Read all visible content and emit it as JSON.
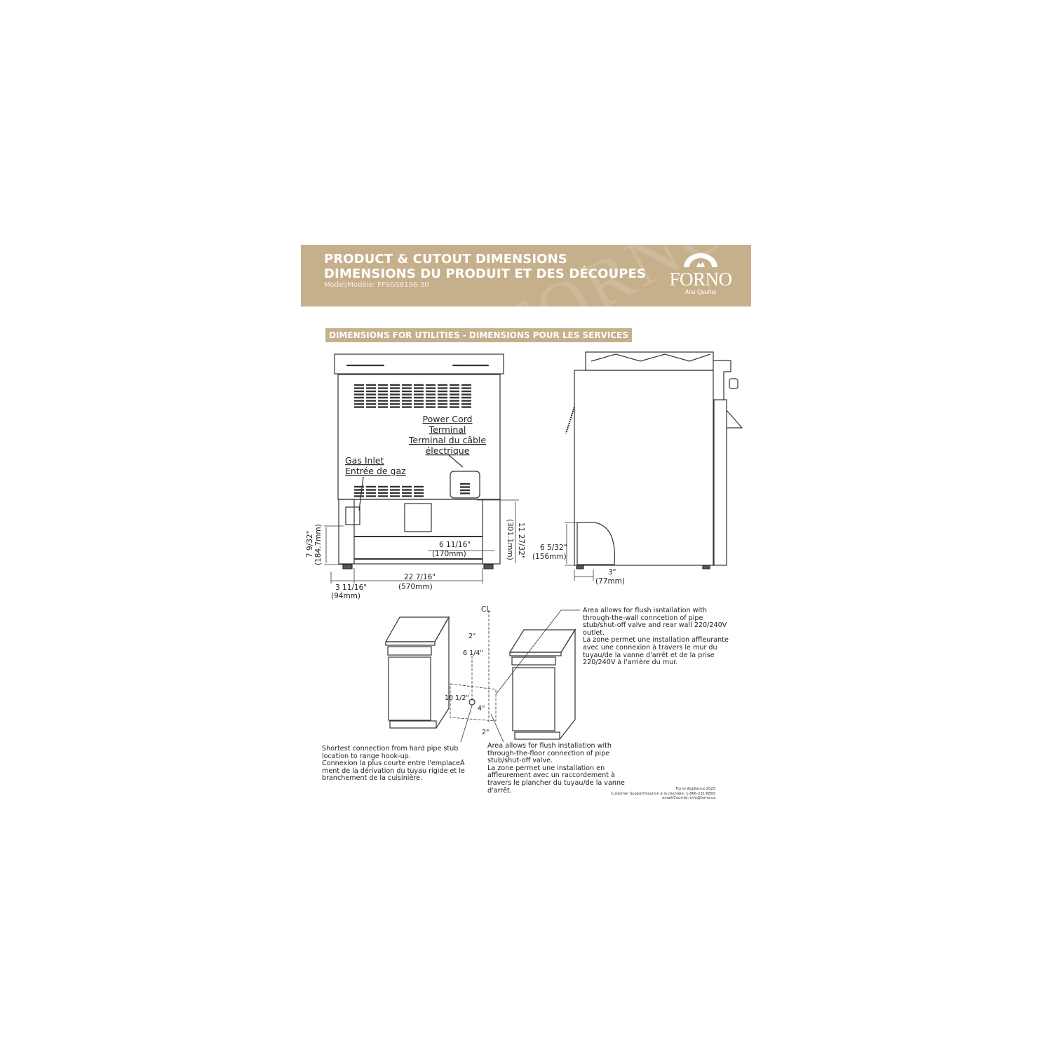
{
  "header": {
    "title_en": "PRODUCT & CUTOUT DIMENSIONS",
    "title_fr": "DIMENSIONS DU PRODUIT ET DES DÉCOUPES",
    "model": "Model/Modèle: FFSGS6196-30",
    "logo_word": "FORNO",
    "logo_tagline": "Alta Qualita",
    "color": "#c6b08c"
  },
  "section_title": "DIMENSIONS FOR UTILITIES - DIMENSIONS POUR LES SERVICES",
  "rear_view": {
    "power_cord": [
      "Power Cord",
      "Terminal",
      "Terminal du câble",
      "électrique"
    ],
    "gas_inlet": [
      "Gas Inlet",
      "Entrée de gaz"
    ],
    "dims": {
      "gas_height": "7 9/32\"",
      "gas_height_mm": "(184.7mm)",
      "left_offset": "3 11/16\"",
      "left_offset_mm": "(94mm)",
      "width_between": "22 7/16\"",
      "width_between_mm": "(570mm)",
      "cord_offset": "6 11/16\"",
      "cord_offset_mm": "(170mm)",
      "cord_height": "11 27/32\"",
      "cord_height_mm": "(301.1mm)"
    }
  },
  "side_view": {
    "dims": {
      "height": "6 5/32\"",
      "height_mm": "(156mm)",
      "depth": "3\"",
      "depth_mm": "(77mm)"
    }
  },
  "cabinet_view": {
    "centerline": "CL",
    "dims": [
      "2\"",
      "6 1/4\"",
      "10 1/2\"",
      "4\"",
      "2\""
    ],
    "note_wall": "Area allows for flush isntallation with\nthrough-the-wall conncetion of pipe\nstub/shut-off valve and rear wall 220/240V\noutlet.\nLa zone permet une installation affleurante\navec une connexion à travers le mur du\ntuyau/de la vanne d'arrêt et de la prise\n220/240V à l'arrière du mur.",
    "note_shortest": "Shortest connection from hard pipe stub\nlocation to range hook-up.\nConnexion la plus courte entre l'emplaceÁ\nment de la dérivation du tuyau rigide et le\nbranchement de la cuisinière.",
    "note_floor": "Area allows for flush installation with\nthrough-the-floor connection of pipe\nstub/shut-off valve.\nLa zone permet une installation en\naffleurement avec un raccordement à\ntravers le plancher du tuyau/de la vanne\nd'arrêt."
  },
  "footer": {
    "line1": "Forno Appliance 2023",
    "line2": "Customer Support/Soution à la clientèle: 1-866-231-8893",
    "line3": "email/Courriel: info@forno.ca"
  }
}
